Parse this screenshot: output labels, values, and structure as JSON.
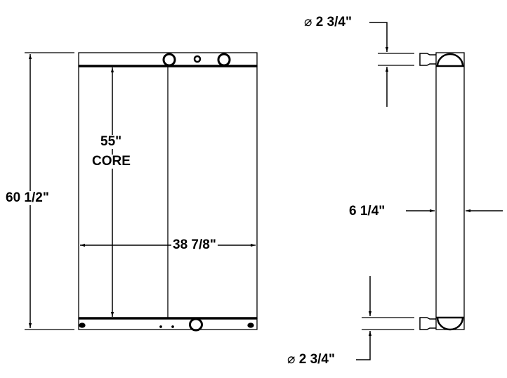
{
  "drawing": {
    "front_view": {
      "overall_height": "60 1/2\"",
      "core_height": "55\"",
      "core_label": "CORE",
      "width": "38 7/8\""
    },
    "side_view": {
      "inlet_diameter": "2 3/4\"",
      "outlet_diameter": "2 3/4\"",
      "depth": "6 1/4\"",
      "diameter_symbol": "⌀"
    },
    "line_color": "#000000"
  }
}
